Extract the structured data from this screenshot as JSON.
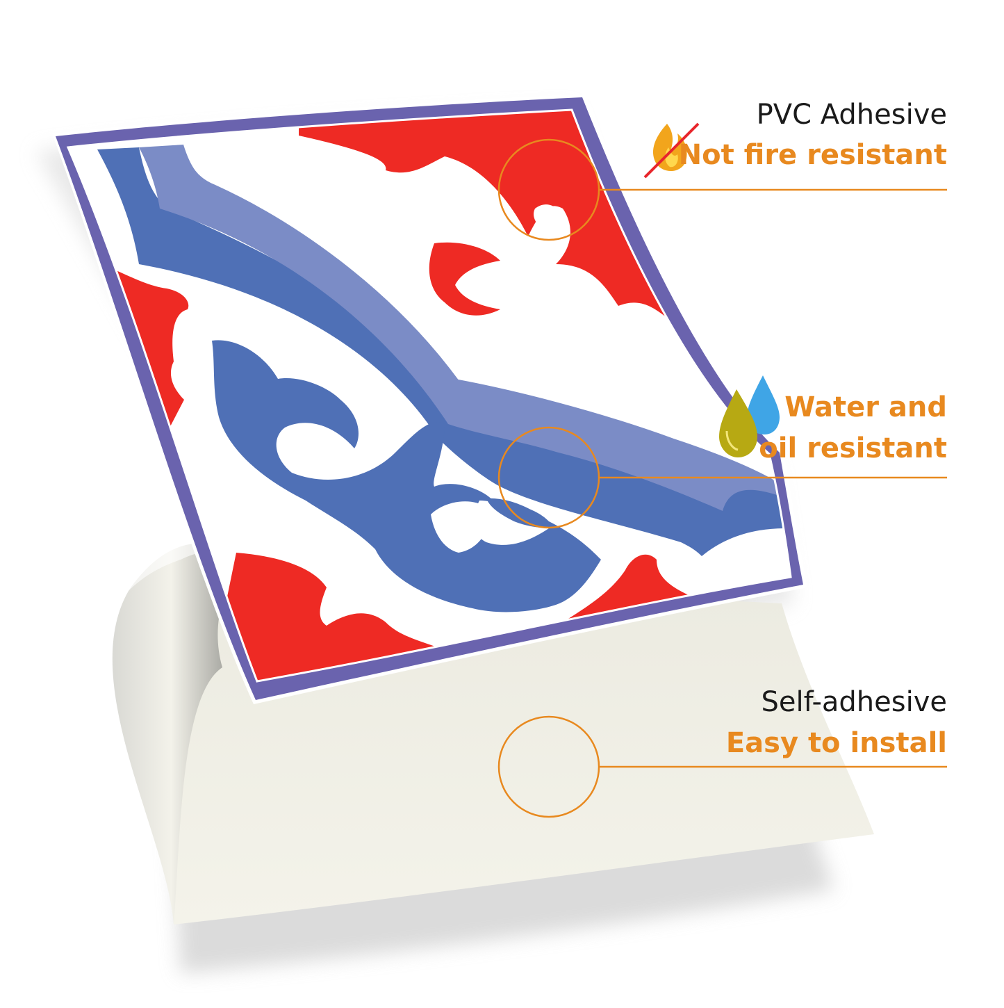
{
  "features": [
    {
      "title": "PVC Adhesive",
      "subtitle": "Not fire resistant",
      "icon": "crossed-fire-icon"
    },
    {
      "title": "",
      "subtitle_line1": "Water and",
      "subtitle_line2": "oil resistant",
      "icon": "water-oil-drops-icon"
    },
    {
      "title": "Self-adhesive",
      "subtitle": "Easy to install",
      "icon": ""
    }
  ],
  "colors": {
    "accent": "#E8891F",
    "tile_red": "#EE2A24",
    "tile_blue": "#4F70B6",
    "tile_light_blue": "#7B8CC6",
    "tile_border": "#6A63AE",
    "backing": "#F1F0E6"
  }
}
